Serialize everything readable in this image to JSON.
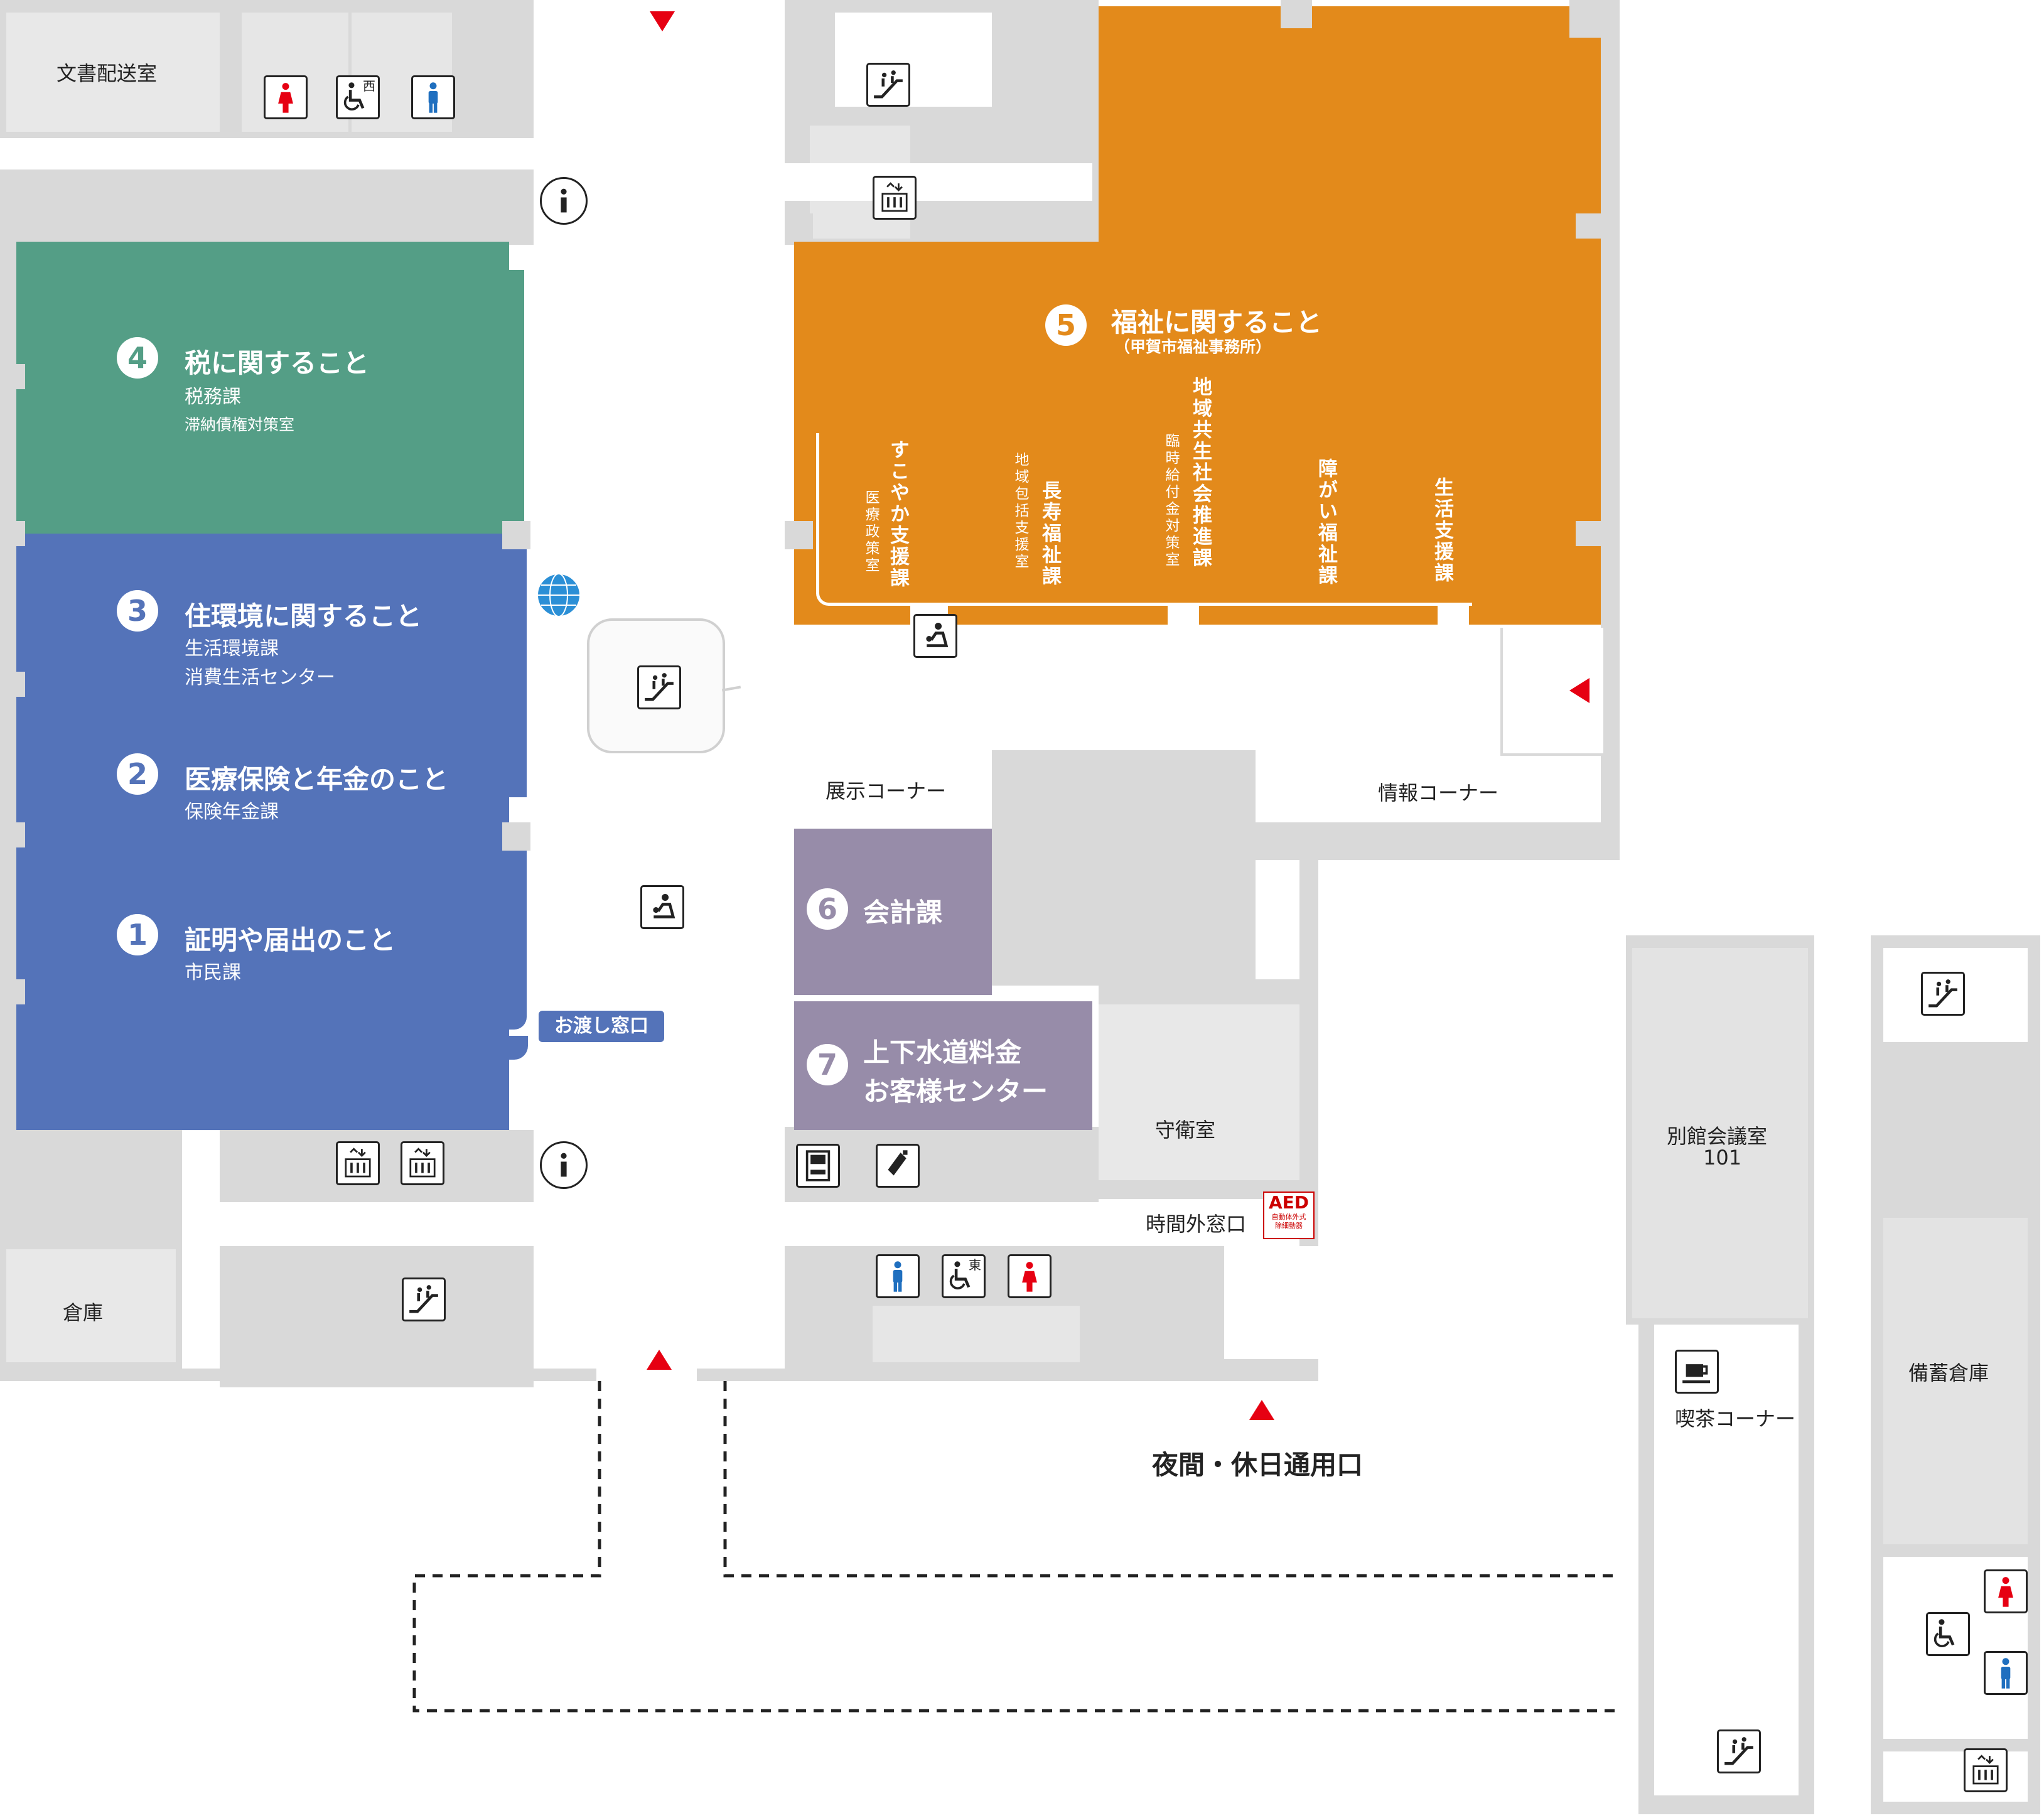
{
  "colors": {
    "tax_zone": "#549e86",
    "blue_zone": "#5473b9",
    "welfare_zone": "#e38a1b",
    "accounting_zone": "#978ca9",
    "entrance_arrow": "#e60012",
    "wall": "#d9d9d9"
  },
  "rooms": {
    "document_delivery": "文書配送室",
    "storage": "倉庫",
    "exhibition_corner": "展示コーナー",
    "information_corner": "情報コーナー",
    "guard_room": "守衛室",
    "after_hours_window": "時間外窓口",
    "night_holiday_entrance": "夜間・休日通用口",
    "annex_meeting_room": "別館会議室",
    "annex_meeting_room_no": "101",
    "cafe_corner": "喫茶コーナー",
    "stockpile_warehouse": "備蓄倉庫",
    "pickup_window": "お渡し窓口"
  },
  "zones": {
    "z4": {
      "num": "4",
      "title": "税に関すること",
      "sub1": "税務課",
      "sub2": "滞納債権対策室"
    },
    "z3": {
      "num": "3",
      "title": "住環境に関すること",
      "sub1": "生活環境課",
      "sub2": "消費生活センター"
    },
    "z2": {
      "num": "2",
      "title": "医療保険と年金のこと",
      "sub1": "保険年金課"
    },
    "z1": {
      "num": "1",
      "title": "証明や届出のこと",
      "sub1": "市民課"
    },
    "z5": {
      "num": "5",
      "title": "福祉に関すること",
      "subtitle": "（甲賀市福祉事務所）",
      "sections": [
        {
          "main": "すこやか支援課",
          "side": "医療政策室"
        },
        {
          "main": "長寿福祉課",
          "side": "地域包括支援室"
        },
        {
          "main": "地域共生社会推進課",
          "side": "臨時給付金対策室"
        },
        {
          "main": "障がい福祉課"
        },
        {
          "main": "生活支援課"
        }
      ]
    },
    "z6": {
      "num": "6",
      "title": "会計課"
    },
    "z7": {
      "num": "7",
      "title1": "上下水道料金",
      "title2": "お客様センター"
    }
  },
  "icons": {
    "west_toilet_tag": "西",
    "east_toilet_tag": "東",
    "aed_label": "AED",
    "aed_sub1": "自動体外式",
    "aed_sub2": "除細動器"
  }
}
